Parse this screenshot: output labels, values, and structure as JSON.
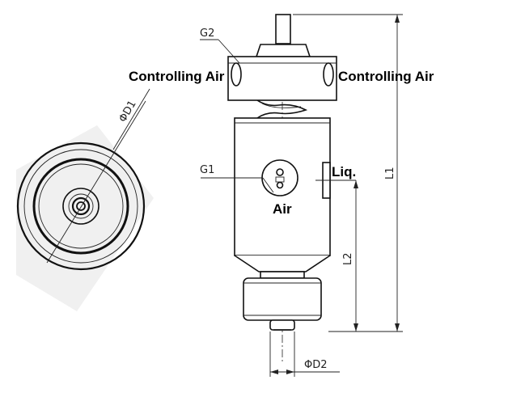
{
  "labels": {
    "controlling_air_left": "Controlling Air",
    "controlling_air_right": "Controlling Air",
    "g2": "G2",
    "g1": "G1",
    "liq": "Liq.",
    "air": "Air",
    "l1": "L1",
    "l2": "L2",
    "d1": "ΦD1",
    "d2": "ΦD2"
  }
}
